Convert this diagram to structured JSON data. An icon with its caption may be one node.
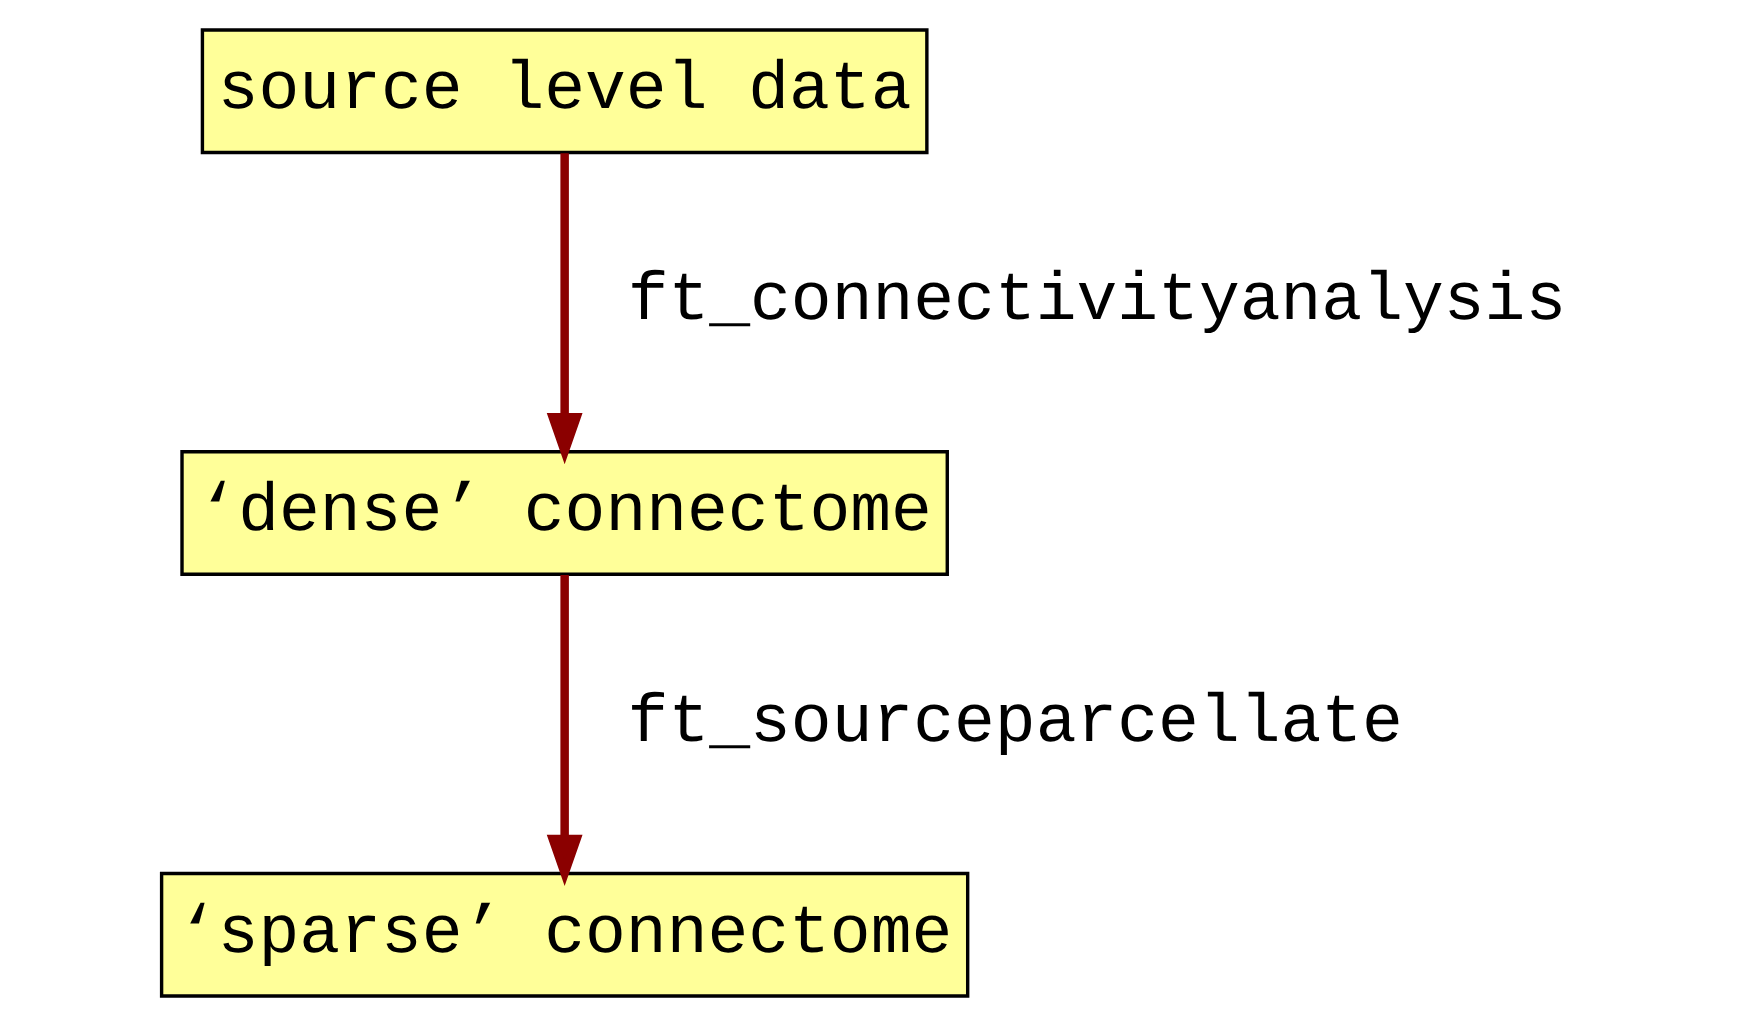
{
  "diagram": {
    "nodes": [
      {
        "text": [
          "source level data"
        ]
      },
      {
        "text": [
          "‘dense’ connectome"
        ]
      },
      {
        "text": [
          "‘sparse’ connectome"
        ]
      }
    ],
    "edges": [
      {
        "from": 0,
        "to": 1,
        "arrow": "to",
        "label": "ft_connectivityanalysis",
        "color": "#8b0000"
      },
      {
        "from": 1,
        "to": 2,
        "arrow": "to",
        "label": "ft_sourceparcellate",
        "color": "#8b0000"
      }
    ]
  }
}
